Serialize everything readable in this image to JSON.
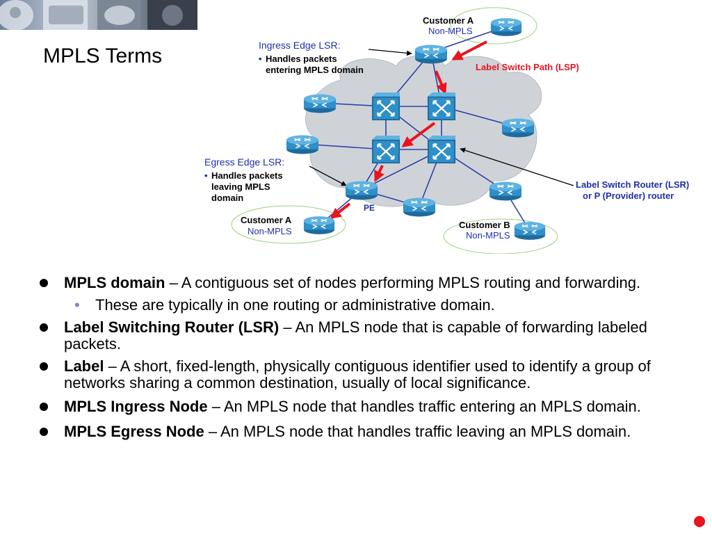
{
  "slide": {
    "title": "MPLS Terms"
  },
  "diagram": {
    "ingress": {
      "title": "Ingress Edge LSR:",
      "line1": "Handles packets",
      "line2": "entering MPLS domain"
    },
    "egress": {
      "title": "Egress Edge LSR:",
      "line1": "Handles packets",
      "line2": "leaving MPLS",
      "line3": "domain"
    },
    "lsp_label": "Label Switch Path (LSP)",
    "lsr_label": {
      "line1": "Label Switch Router (LSR)",
      "line2": "or P (Provider) router"
    },
    "pe_label": "PE",
    "customer_a_top": {
      "name": "Customer A",
      "type": "Non-MPLS"
    },
    "customer_a_bottom": {
      "name": "Customer A",
      "type": "Non-MPLS"
    },
    "customer_b": {
      "name": "Customer B",
      "type": "Non-MPLS"
    },
    "colors": {
      "accent_blue": "#1f2fa8",
      "lsp_red": "#e8141e",
      "router_blue": "#2e8fc9",
      "cloud": "#cfd3d8"
    }
  },
  "bullets": [
    {
      "term": "MPLS domain",
      "text": " – A contiguous set of nodes performing MPLS routing and forwarding."
    },
    {
      "term": "Label Switching Router (LSR)",
      "text": " – An MPLS node that is capable of forwarding labeled packets."
    },
    {
      "term": "Label",
      "text": " – A short, fixed-length, physically contiguous identifier used to identify a group of networks sharing a common destination, usually of local significance."
    },
    {
      "term": "MPLS Ingress Node",
      "text": " – An MPLS node that handles traffic entering an MPLS domain."
    },
    {
      "term": "MPLS Egress Node",
      "text": " – An MPLS node that handles traffic leaving an MPLS domain."
    }
  ],
  "sub_bullets": [
    "These are typically in one routing or administrative domain."
  ]
}
